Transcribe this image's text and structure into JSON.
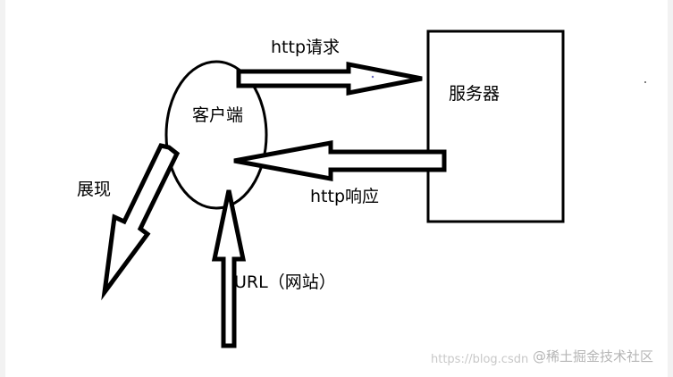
{
  "labels": {
    "request": "http请求",
    "server": "服务器",
    "client": "客户端",
    "response": "http响应",
    "display": "展现",
    "url": "URL（网站）"
  },
  "watermark": {
    "url": "https://blog.csdn",
    "site": "@稀土掘金技术社区"
  },
  "colors": {
    "stroke": "#000000",
    "background": "#ffffff",
    "watermark": "#c8c8c8"
  }
}
